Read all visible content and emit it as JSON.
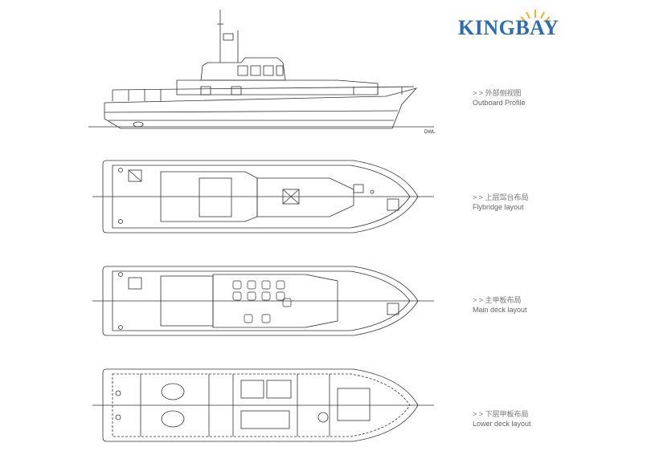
{
  "brand": {
    "name": "KINGBAY",
    "accent": "#2a6db5",
    "sun_color": "#f0b323"
  },
  "views": [
    {
      "id": "profile",
      "cn": "> > 外部侧视图",
      "en": "Outboard Profile"
    },
    {
      "id": "flybridge",
      "cn": "> > 上层驾台布局",
      "en": "Flybridge layout"
    },
    {
      "id": "main",
      "cn": "> > 主甲板布局",
      "en": "Main deck layout"
    },
    {
      "id": "lower",
      "cn": "> > 下层甲板布局",
      "en": "Lower deck layout"
    }
  ],
  "drawing_marks": {
    "dwl": "DWL"
  }
}
